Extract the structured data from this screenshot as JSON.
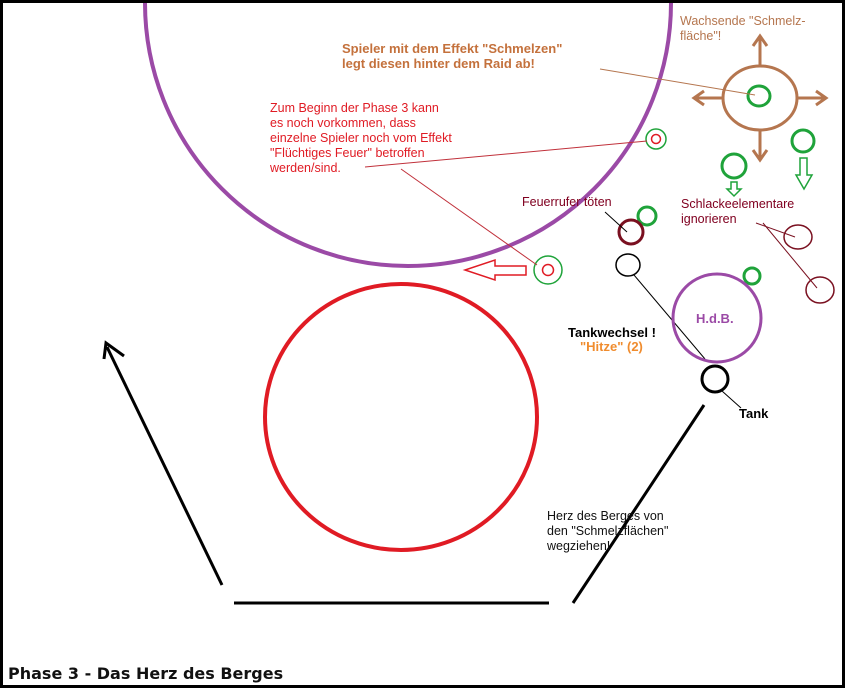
{
  "diagram": {
    "title": "Phase 3 - Das Herz des Berges",
    "labels": {
      "schmelzflaeche": "Wachsende \"Schmelz-\nfläche\"!",
      "schmelzen": "Spieler mit dem Effekt \"Schmelzen\"\nlegt diesen hinter dem Raid ab!",
      "fluechtiges_feuer": "Zum Beginn der Phase 3 kann\nes noch vorkommen, dass\neinzelne Spieler noch vom Effekt\n\"Flüchtiges Feuer\" betroffen\nwerden/sind.",
      "feuerrufer": "Feuerrufer töten",
      "schlackeelementare": "Schlackeelementare\nignorieren",
      "hdb": "H.d.B.",
      "tankwechsel": "Tankwechsel !",
      "hitze": "\"Hitze\" (2)",
      "tank": "Tank",
      "herz_wegziehen": "Herz des Berges von\nden \"Schmelzflächen\"\nwegziehen!"
    },
    "colors": {
      "purple": "#9b4aa6",
      "red": "#e01b24",
      "green": "#1fa33a",
      "brown": "#b5764f",
      "maroon": "#7a1020",
      "black": "#000000"
    }
  }
}
